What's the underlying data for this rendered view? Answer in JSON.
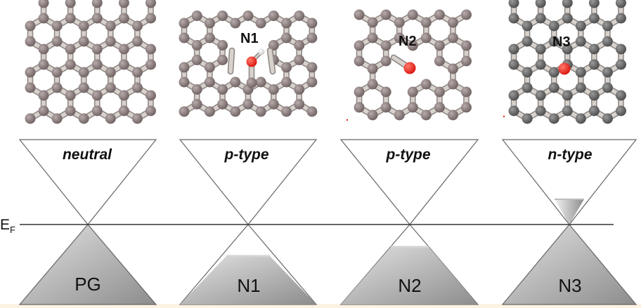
{
  "fermi_level": {
    "label": "E",
    "subscript": "F"
  },
  "panels": [
    {
      "id": "pg",
      "structure": "pristine",
      "type_label": "neutral",
      "cone_label": "PG",
      "atom_label": "",
      "fill_level": "at-dirac-point"
    },
    {
      "id": "n1",
      "structure": "pyrrolic-with-H",
      "type_label": "p-type",
      "cone_label": "N1",
      "atom_label": "N1",
      "fill_level": "below-dirac-point"
    },
    {
      "id": "n2",
      "structure": "pyridinic",
      "type_label": "p-type",
      "cone_label": "N2",
      "atom_label": "N2",
      "fill_level": "below-dirac-point"
    },
    {
      "id": "n3",
      "structure": "graphitic",
      "type_label": "n-type",
      "cone_label": "N3",
      "atom_label": "N3",
      "fill_level": "above-dirac-point"
    }
  ],
  "colors": {
    "carbon_atom": "#7d6f6f",
    "carbon_atom_n3": "#5a5a5a",
    "nitrogen_atom": "#e8201c",
    "hydrogen_atom": "#f2f2f2",
    "bond": "#d8d2cd",
    "cone_fill_dark": "#8a8a8a",
    "cone_fill_light": "#e6e6e6",
    "outline": "#555555",
    "bottom_strip": "#fdf3e3"
  }
}
